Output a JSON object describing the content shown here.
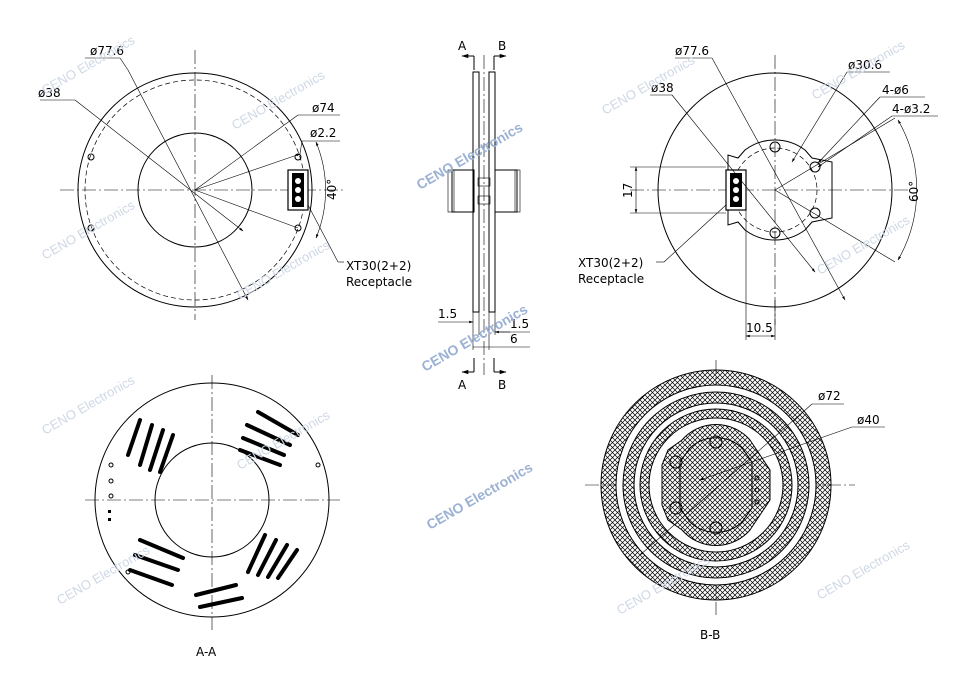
{
  "watermark": "CENO Electronics",
  "view_top_left": {
    "dims": {
      "d_outer": "ø77.6",
      "d_inner": "ø38",
      "d_pcd": "ø74",
      "d_hole": "ø2.2",
      "angle": "40°"
    },
    "connector": {
      "line1": "XT30(2+2)",
      "line2": "Receptacle"
    }
  },
  "view_side": {
    "section_a": "A",
    "section_b": "B",
    "dims": {
      "left_thk": "1.5",
      "right_thk": "1.5",
      "gap": "6"
    }
  },
  "view_top_right": {
    "dims": {
      "d_outer": "ø77.6",
      "d_inner": "ø38",
      "d_pcd": "ø30.6",
      "holes_6": "4-ø6",
      "holes_32": "4-ø3.2",
      "height": "17",
      "offset": "10.5",
      "angle": "60°"
    },
    "connector": {
      "line1": "XT30(2+2)",
      "line2": "Receptacle"
    }
  },
  "view_section_aa": {
    "label": "A-A"
  },
  "view_section_bb": {
    "label": "B-B",
    "dims": {
      "d_ring": "ø72",
      "d_mid": "ø40"
    }
  }
}
